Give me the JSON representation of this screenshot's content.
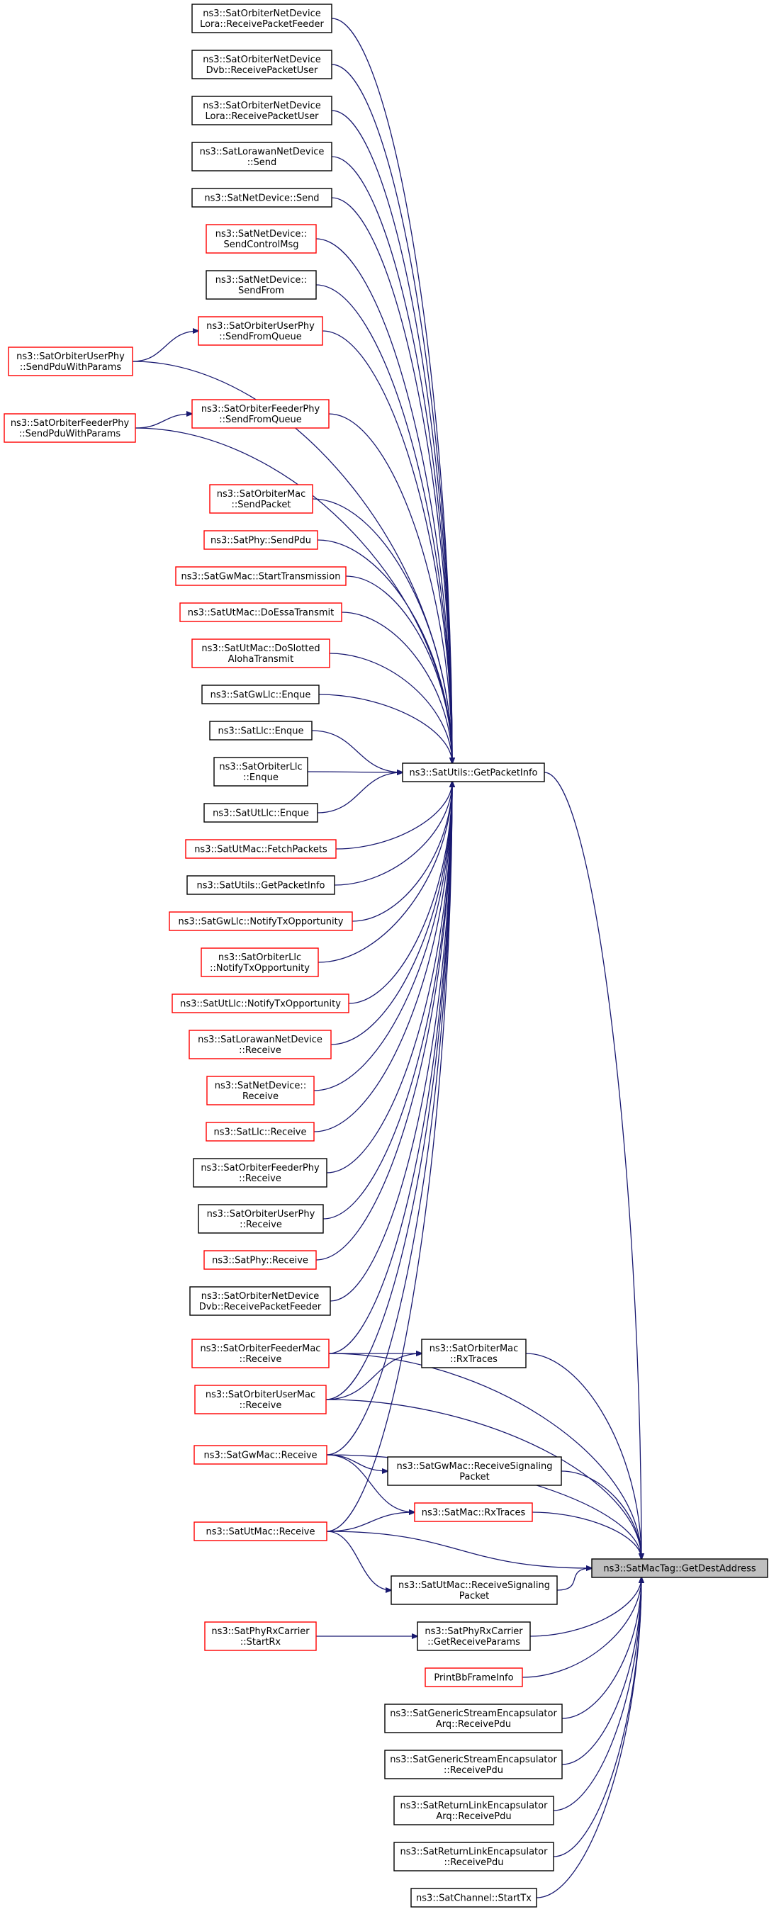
{
  "nodes": {
    "target": {
      "lines": [
        "ns3::SatMacTag::GetDestAddress"
      ],
      "color": "current"
    },
    "getpacketinfo": {
      "lines": [
        "ns3::SatUtils::GetPacketInfo"
      ],
      "color": "black"
    },
    "orb_nd_lora_rpf": {
      "lines": [
        "ns3::SatOrbiterNetDevice",
        "Lora::ReceivePacketFeeder"
      ],
      "color": "black"
    },
    "orb_nd_dvb_rpu": {
      "lines": [
        "ns3::SatOrbiterNetDevice",
        "Dvb::ReceivePacketUser"
      ],
      "color": "black"
    },
    "orb_nd_lora_rpu": {
      "lines": [
        "ns3::SatOrbiterNetDevice",
        "Lora::ReceivePacketUser"
      ],
      "color": "black"
    },
    "lorawan_send": {
      "lines": [
        "ns3::SatLorawanNetDevice",
        "::Send"
      ],
      "color": "black"
    },
    "nd_send": {
      "lines": [
        "ns3::SatNetDevice::Send"
      ],
      "color": "black"
    },
    "nd_sendctrl": {
      "lines": [
        "ns3::SatNetDevice::",
        "SendControlMsg"
      ],
      "color": "red"
    },
    "nd_sendfrom": {
      "lines": [
        "ns3::SatNetDevice::",
        "SendFrom"
      ],
      "color": "black"
    },
    "userphy_sfq": {
      "lines": [
        "ns3::SatOrbiterUserPhy",
        "::SendFromQueue"
      ],
      "color": "red"
    },
    "userphy_spwp": {
      "lines": [
        "ns3::SatOrbiterUserPhy",
        "::SendPduWithParams"
      ],
      "color": "red"
    },
    "feederphy_sfq": {
      "lines": [
        "ns3::SatOrbiterFeederPhy",
        "::SendFromQueue"
      ],
      "color": "red"
    },
    "feederphy_spwp": {
      "lines": [
        "ns3::SatOrbiterFeederPhy",
        "::SendPduWithParams"
      ],
      "color": "red"
    },
    "orbmac_sendpacket": {
      "lines": [
        "ns3::SatOrbiterMac",
        "::SendPacket"
      ],
      "color": "red"
    },
    "phy_sendpdu": {
      "lines": [
        "ns3::SatPhy::SendPdu"
      ],
      "color": "red"
    },
    "gwmac_starttx": {
      "lines": [
        "ns3::SatGwMac::StartTransmission"
      ],
      "color": "red"
    },
    "utmac_doessa": {
      "lines": [
        "ns3::SatUtMac::DoEssaTransmit"
      ],
      "color": "red"
    },
    "utmac_doslotted": {
      "lines": [
        "ns3::SatUtMac::DoSlotted",
        "AlohaTransmit"
      ],
      "color": "red"
    },
    "gwllc_enque": {
      "lines": [
        "ns3::SatGwLlc::Enque"
      ],
      "color": "black"
    },
    "llc_enque": {
      "lines": [
        "ns3::SatLlc::Enque"
      ],
      "color": "black"
    },
    "orbllc_enque": {
      "lines": [
        "ns3::SatOrbiterLlc",
        "::Enque"
      ],
      "color": "black"
    },
    "utllc_enque": {
      "lines": [
        "ns3::SatUtLlc::Enque"
      ],
      "color": "black"
    },
    "utmac_fetch": {
      "lines": [
        "ns3::SatUtMac::FetchPackets"
      ],
      "color": "red"
    },
    "utils_gpi2": {
      "lines": [
        "ns3::SatUtils::GetPacketInfo"
      ],
      "color": "black"
    },
    "gwllc_ntx": {
      "lines": [
        "ns3::SatGwLlc::NotifyTxOpportunity"
      ],
      "color": "red"
    },
    "orbllc_ntx": {
      "lines": [
        "ns3::SatOrbiterLlc",
        "::NotifyTxOpportunity"
      ],
      "color": "red"
    },
    "utllc_ntx": {
      "lines": [
        "ns3::SatUtLlc::NotifyTxOpportunity"
      ],
      "color": "red"
    },
    "lorawan_recv": {
      "lines": [
        "ns3::SatLorawanNetDevice",
        "::Receive"
      ],
      "color": "red"
    },
    "nd_recv": {
      "lines": [
        "ns3::SatNetDevice::",
        "Receive"
      ],
      "color": "red"
    },
    "llc_recv": {
      "lines": [
        "ns3::SatLlc::Receive"
      ],
      "color": "red"
    },
    "feederphy_recv": {
      "lines": [
        "ns3::SatOrbiterFeederPhy",
        "::Receive"
      ],
      "color": "black"
    },
    "userphy_recv": {
      "lines": [
        "ns3::SatOrbiterUserPhy",
        "::Receive"
      ],
      "color": "black"
    },
    "phy_recv": {
      "lines": [
        "ns3::SatPhy::Receive"
      ],
      "color": "red"
    },
    "orb_nd_dvb_rpf": {
      "lines": [
        "ns3::SatOrbiterNetDevice",
        "Dvb::ReceivePacketFeeder"
      ],
      "color": "black"
    },
    "feedermac_recv": {
      "lines": [
        "ns3::SatOrbiterFeederMac",
        "::Receive"
      ],
      "color": "red"
    },
    "usermac_recv": {
      "lines": [
        "ns3::SatOrbiterUserMac",
        "::Receive"
      ],
      "color": "red"
    },
    "orbmac_rxtraces": {
      "lines": [
        "ns3::SatOrbiterMac",
        "::RxTraces"
      ],
      "color": "black"
    },
    "gwmac_recv": {
      "lines": [
        "ns3::SatGwMac::Receive"
      ],
      "color": "red"
    },
    "gwmac_rsp": {
      "lines": [
        "ns3::SatGwMac::ReceiveSignaling",
        "Packet"
      ],
      "color": "black"
    },
    "mac_rxtraces": {
      "lines": [
        "ns3::SatMac::RxTraces"
      ],
      "color": "red"
    },
    "utmac_recv": {
      "lines": [
        "ns3::SatUtMac::Receive"
      ],
      "color": "red"
    },
    "utmac_rsp": {
      "lines": [
        "ns3::SatUtMac::ReceiveSignaling",
        "Packet"
      ],
      "color": "black"
    },
    "rxcarrier_startrx": {
      "lines": [
        "ns3::SatPhyRxCarrier",
        "::StartRx"
      ],
      "color": "red"
    },
    "rxcarrier_grp": {
      "lines": [
        "ns3::SatPhyRxCarrier",
        "::GetReceiveParams"
      ],
      "color": "black"
    },
    "printbb": {
      "lines": [
        "PrintBbFrameInfo"
      ],
      "color": "red"
    },
    "gse_arq": {
      "lines": [
        "ns3::SatGenericStreamEncapsulator",
        "Arq::ReceivePdu"
      ],
      "color": "black"
    },
    "gse_recv": {
      "lines": [
        "ns3::SatGenericStreamEncapsulator",
        "::ReceivePdu"
      ],
      "color": "black"
    },
    "rle_arq": {
      "lines": [
        "ns3::SatReturnLinkEncapsulator",
        "Arq::ReceivePdu"
      ],
      "color": "black"
    },
    "rle_recv": {
      "lines": [
        "ns3::SatReturnLinkEncapsulator",
        "::ReceivePdu"
      ],
      "color": "black"
    },
    "channel_starttx": {
      "lines": [
        "ns3::SatChannel::StartTx"
      ],
      "color": "black"
    }
  },
  "edges": [
    [
      "getpacketinfo",
      "target"
    ],
    [
      "orb_nd_lora_rpf",
      "getpacketinfo"
    ],
    [
      "orb_nd_dvb_rpu",
      "getpacketinfo"
    ],
    [
      "orb_nd_lora_rpu",
      "getpacketinfo"
    ],
    [
      "lorawan_send",
      "getpacketinfo"
    ],
    [
      "nd_send",
      "getpacketinfo"
    ],
    [
      "nd_sendctrl",
      "getpacketinfo"
    ],
    [
      "nd_sendfrom",
      "getpacketinfo"
    ],
    [
      "userphy_sfq",
      "getpacketinfo"
    ],
    [
      "userphy_spwp",
      "userphy_sfq"
    ],
    [
      "userphy_spwp",
      "getpacketinfo"
    ],
    [
      "feederphy_sfq",
      "getpacketinfo"
    ],
    [
      "feederphy_spwp",
      "feederphy_sfq"
    ],
    [
      "feederphy_spwp",
      "getpacketinfo"
    ],
    [
      "orbmac_sendpacket",
      "getpacketinfo"
    ],
    [
      "phy_sendpdu",
      "getpacketinfo"
    ],
    [
      "gwmac_starttx",
      "getpacketinfo"
    ],
    [
      "utmac_doessa",
      "getpacketinfo"
    ],
    [
      "utmac_doslotted",
      "getpacketinfo"
    ],
    [
      "gwllc_enque",
      "getpacketinfo"
    ],
    [
      "llc_enque",
      "getpacketinfo"
    ],
    [
      "orbllc_enque",
      "getpacketinfo"
    ],
    [
      "utllc_enque",
      "getpacketinfo"
    ],
    [
      "utmac_fetch",
      "getpacketinfo"
    ],
    [
      "utils_gpi2",
      "getpacketinfo"
    ],
    [
      "gwllc_ntx",
      "getpacketinfo"
    ],
    [
      "orbllc_ntx",
      "getpacketinfo"
    ],
    [
      "utllc_ntx",
      "getpacketinfo"
    ],
    [
      "lorawan_recv",
      "getpacketinfo"
    ],
    [
      "nd_recv",
      "getpacketinfo"
    ],
    [
      "llc_recv",
      "getpacketinfo"
    ],
    [
      "feederphy_recv",
      "getpacketinfo"
    ],
    [
      "userphy_recv",
      "getpacketinfo"
    ],
    [
      "phy_recv",
      "getpacketinfo"
    ],
    [
      "orb_nd_dvb_rpf",
      "getpacketinfo"
    ],
    [
      "feedermac_recv",
      "getpacketinfo"
    ],
    [
      "usermac_recv",
      "getpacketinfo"
    ],
    [
      "gwmac_recv",
      "getpacketinfo"
    ],
    [
      "utmac_recv",
      "getpacketinfo"
    ],
    [
      "feedermac_recv",
      "orbmac_rxtraces"
    ],
    [
      "usermac_recv",
      "orbmac_rxtraces"
    ],
    [
      "feedermac_recv",
      "target"
    ],
    [
      "usermac_recv",
      "target"
    ],
    [
      "orbmac_rxtraces",
      "target"
    ],
    [
      "gwmac_recv",
      "gwmac_rsp"
    ],
    [
      "gwmac_recv",
      "mac_rxtraces"
    ],
    [
      "gwmac_recv",
      "target"
    ],
    [
      "gwmac_rsp",
      "target"
    ],
    [
      "utmac_recv",
      "mac_rxtraces"
    ],
    [
      "utmac_recv",
      "utmac_rsp"
    ],
    [
      "utmac_recv",
      "target"
    ],
    [
      "mac_rxtraces",
      "target"
    ],
    [
      "utmac_rsp",
      "target"
    ],
    [
      "rxcarrier_startrx",
      "rxcarrier_grp"
    ],
    [
      "rxcarrier_grp",
      "target"
    ],
    [
      "printbb",
      "target"
    ],
    [
      "gse_arq",
      "target"
    ],
    [
      "gse_recv",
      "target"
    ],
    [
      "rle_arq",
      "target"
    ],
    [
      "rle_recv",
      "target"
    ],
    [
      "channel_starttx",
      "target"
    ]
  ]
}
